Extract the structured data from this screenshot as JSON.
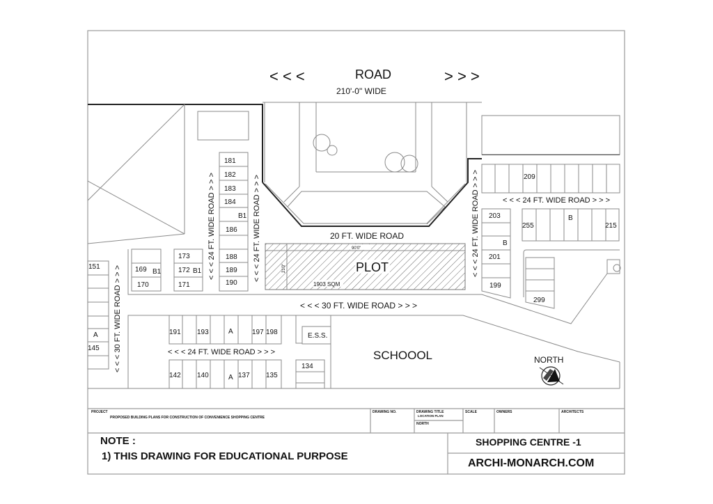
{
  "drawing": {
    "main_road": {
      "label": "ROAD",
      "width": "210'-0\" WIDE",
      "arrows_left": "< < <",
      "arrows_right": "> > >"
    },
    "roads": {
      "road_20ft": "20 FT. WIDE ROAD",
      "road_30ft_horizontal": "< < < 30 FT. WIDE ROAD > > >",
      "road_30ft_vertical": "< < < 30 FT. WIDE ROAD > > >",
      "road_24ft_left_a": "< < < 24 FT. WIDE ROAD > > >",
      "road_24ft_left_b": "< < < 24 FT. WIDE ROAD > > >",
      "road_24ft_right_vertical": "< < < 24 FT. WIDE ROAD > > >",
      "road_24ft_right_horizontal": "< < < 24 FT. WIDE ROAD > > >",
      "road_24ft_bottom": "< < < 24 FT. WIDE ROAD > > >"
    },
    "plot": {
      "label": "PLOT",
      "area": "1903 SQM",
      "dim_top": "90'0\"",
      "dim_side": "21'0\""
    },
    "lots": {
      "column_a": [
        "181",
        "182",
        "183",
        "184",
        "B1",
        "186",
        "",
        "188",
        "189",
        "190"
      ],
      "block_173": [
        "173",
        "172",
        "171"
      ],
      "block_173_tag": "B1",
      "block_169": [
        "",
        "169",
        "170"
      ],
      "block_169_tag": "B1",
      "left_column": [
        "151",
        "A",
        "145"
      ],
      "right_column": [
        "203",
        "B",
        "201",
        "199"
      ],
      "top_right_row_label": "209",
      "mid_right_row": [
        "255",
        "B",
        "215"
      ],
      "lot_299": "299",
      "bottom_upper_row": [
        "191",
        "193",
        "A",
        "197",
        "198"
      ],
      "bottom_lower_row": [
        "142",
        "140",
        "A",
        "137",
        "135"
      ],
      "lot_134": "134"
    },
    "facilities": {
      "ess": "E.S.S.",
      "school": "SCHOOOL",
      "north_label": "NORTH"
    }
  },
  "title_block": {
    "project_label": "PROJECT",
    "project_value": "PROPOSED BUILDING PLANS FOR CONSTRUCTION OF CONVENIENCE SHOPPING CENTRE",
    "drawing_no_label": "DRAWING NO.",
    "drawing_title_label": "DRAWING TITLE",
    "drawing_title_value": "LOCATION PLAN",
    "drawing_title_sub": "NORTH",
    "scale_label": "SCALE",
    "owners_label": "OWNERS",
    "architects_label": "ARCHITECTS",
    "note_heading": "NOTE :",
    "note_line": "1) THIS DRAWING FOR EDUCATIONAL PURPOSE",
    "sheet_name": "SHOPPING CENTRE -1",
    "website": "ARCHI-MONARCH.COM"
  }
}
